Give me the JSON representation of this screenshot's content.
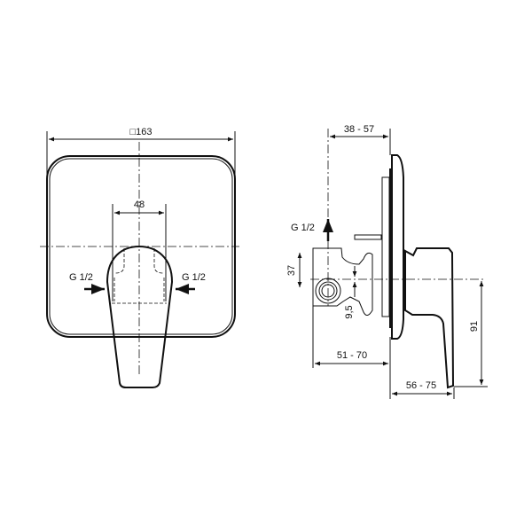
{
  "front_view": {
    "width_label": "□163",
    "handle_width_label": "48",
    "inlet_left_label": "G 1/2",
    "inlet_right_label": "G 1/2"
  },
  "side_view": {
    "outlet_label": "G 1/2",
    "depth_top_label": "38 - 57",
    "depth_body_label": "51 - 70",
    "depth_handle_label": "56 - 75",
    "handle_height_label": "91",
    "inlet_offset_label": "37",
    "offset_label": "9,5"
  },
  "colors": {
    "line": "#111111",
    "background": "#ffffff"
  }
}
